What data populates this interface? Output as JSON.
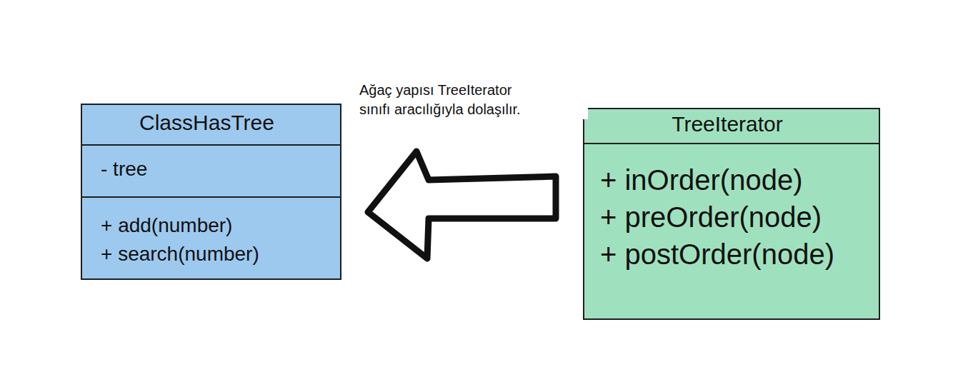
{
  "diagram": {
    "nodes": [
      {
        "text": [
          "ClassHasTree",
          "- tree",
          "+ add(number)",
          "+ search(number)"
        ]
      },
      {
        "text": [
          "TreeIterator",
          "+ inOrder(node)",
          "+ preOrder(node)",
          "+ postOrder(node)"
        ]
      }
    ],
    "edges": [
      {
        "from": 1,
        "to": 0,
        "arrow": "to",
        "label": "Ağaç yapısı TreeIterator sınıfı aracılığıyla dolaşılır."
      }
    ]
  }
}
